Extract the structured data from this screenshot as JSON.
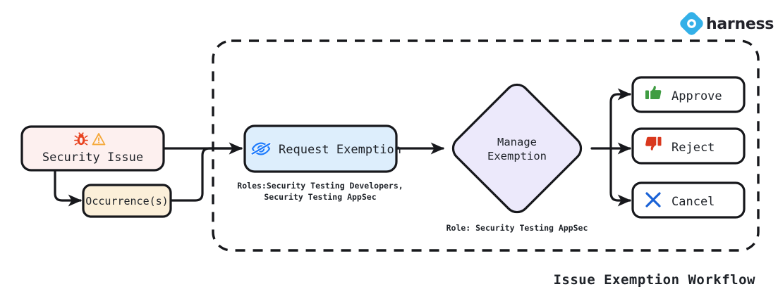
{
  "brand": {
    "name": "harness",
    "logo_icon": "harness-diamond-logo-icon",
    "accent_color": "#33b0e8"
  },
  "diagram": {
    "title": "Issue Exemption Workflow",
    "container": {
      "style": "dashed",
      "label": ""
    },
    "nodes": [
      {
        "id": "security-issue",
        "label": "Security Issue",
        "icons": [
          "bug-icon",
          "warning-triangle-icon"
        ],
        "fill": "#fdf0ef",
        "stroke": "#17181c",
        "shape": "rounded-rect"
      },
      {
        "id": "occurrences",
        "label": "Occurrence(s)",
        "fill": "#fbefd9",
        "stroke": "#17181c",
        "shape": "rounded-rect"
      },
      {
        "id": "request-exemption",
        "label": "Request Exemption",
        "icons": [
          "eye-slash-icon"
        ],
        "fill": "#ddeefc",
        "stroke": "#17181c",
        "shape": "rounded-rect",
        "caption_line1": "Roles:Security Testing Developers,",
        "caption_line2": "Security Testing AppSec"
      },
      {
        "id": "manage-exemption",
        "label_line1": "Manage",
        "label_line2": "Exemption",
        "fill": "#ece9fb",
        "stroke": "#17181c",
        "shape": "diamond",
        "caption": "Role: Security Testing AppSec"
      },
      {
        "id": "approve",
        "label": "Approve",
        "icons": [
          "thumbs-up-icon"
        ],
        "icon_color": "#3f9c42",
        "fill": "#ffffff",
        "stroke": "#17181c",
        "shape": "rounded-rect"
      },
      {
        "id": "reject",
        "label": "Reject",
        "icons": [
          "thumbs-down-icon"
        ],
        "icon_color": "#d9381e",
        "fill": "#ffffff",
        "stroke": "#17181c",
        "shape": "rounded-rect"
      },
      {
        "id": "cancel",
        "label": "Cancel",
        "icons": [
          "close-x-icon"
        ],
        "icon_color": "#1a62d6",
        "fill": "#ffffff",
        "stroke": "#17181c",
        "shape": "rounded-rect"
      }
    ],
    "edges": [
      {
        "from": "security-issue",
        "to": "request-exemption"
      },
      {
        "from": "security-issue",
        "to": "occurrences"
      },
      {
        "from": "occurrences",
        "to": "request-exemption"
      },
      {
        "from": "request-exemption",
        "to": "manage-exemption"
      },
      {
        "from": "manage-exemption",
        "to": "approve"
      },
      {
        "from": "manage-exemption",
        "to": "reject"
      },
      {
        "from": "manage-exemption",
        "to": "cancel"
      }
    ]
  }
}
